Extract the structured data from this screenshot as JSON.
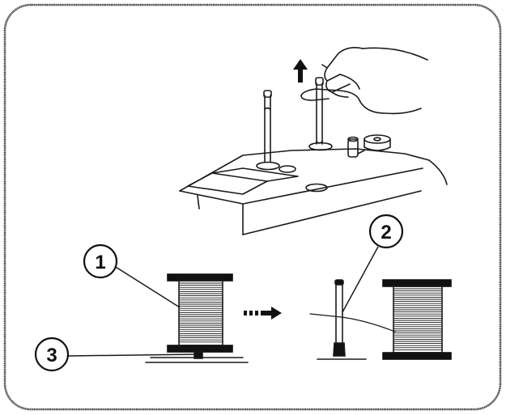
{
  "callouts": [
    {
      "id": "callout-1",
      "label": "1"
    },
    {
      "id": "callout-2",
      "label": "2"
    },
    {
      "id": "callout-3",
      "label": "3"
    }
  ],
  "icons": [
    "hand-icon",
    "up-arrow-icon",
    "dotted-arrow-icon"
  ],
  "colors": {
    "line": "#1a1a1a",
    "background": "#ffffff",
    "frame": "#333333"
  }
}
